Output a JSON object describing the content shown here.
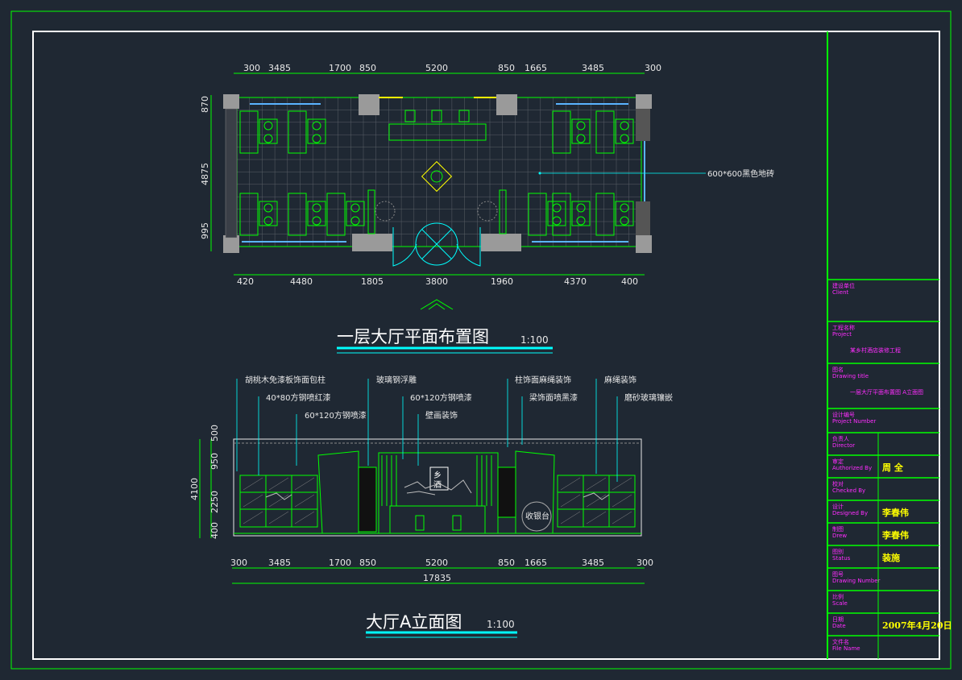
{
  "plan": {
    "title": "一层大厅平面布置图",
    "scale": "1:100",
    "top_dims": [
      "300",
      "3485",
      "1700",
      "850",
      "5200",
      "850",
      "1665",
      "3485",
      "300"
    ],
    "bottom_dims": [
      "420",
      "4480",
      "1805",
      "3800",
      "1960",
      "4370",
      "400"
    ],
    "left_dims": [
      "870",
      "4875",
      "995"
    ],
    "floor_note": "600*600黑色地砖"
  },
  "elevation": {
    "title": "大厅A立面图",
    "scale": "1:100",
    "bottom_dims": [
      "300",
      "3485",
      "1700",
      "850",
      "5200",
      "850",
      "1665",
      "3485",
      "300"
    ],
    "total_dim": "17835",
    "left_dims": [
      "500",
      "950",
      "2250",
      "400"
    ],
    "total_height": "4100",
    "notes": [
      "胡桃木免漆板饰面包柱",
      "40*80方钢喷红漆",
      "60*120方钢喷漆",
      "玻璃钢浮雕",
      "60*120方钢喷漆",
      "壁画装饰",
      "柱饰面麻绳装饰",
      "梁饰面喷黑漆",
      "麻绳装饰",
      "磨砂玻璃镶嵌"
    ],
    "sign_text": "收银台",
    "mural_chars": [
      "乡",
      "酒"
    ]
  },
  "title_block": {
    "rows": [
      {
        "label": "建设单位",
        "sub": "Client",
        "value": ""
      },
      {
        "label": "工程名称",
        "sub": "Project",
        "value": "某乡村酒店装修工程"
      },
      {
        "label": "图名",
        "sub": "Drawing title",
        "value": "一层大厅平面布置图 A立面图"
      },
      {
        "label": "设计编号",
        "sub": "Project Number",
        "value": ""
      },
      {
        "label": "负责人",
        "sub": "Director",
        "value": ""
      },
      {
        "label": "审定",
        "sub": "Authorized By",
        "value": "周 全"
      },
      {
        "label": "校对",
        "sub": "Checked By",
        "value": ""
      },
      {
        "label": "设计",
        "sub": "Designed By",
        "value": "李春伟"
      },
      {
        "label": "制图",
        "sub": "Drew",
        "value": "李春伟"
      },
      {
        "label": "图别",
        "sub": "Status",
        "value": "装施"
      },
      {
        "label": "图号",
        "sub": "Drawing Number",
        "value": ""
      },
      {
        "label": "比例",
        "sub": "Scale",
        "value": ""
      },
      {
        "label": "日期",
        "sub": "Date",
        "value": "2007年4月20日"
      },
      {
        "label": "文件名",
        "sub": "File Name",
        "value": ""
      }
    ]
  },
  "colors": {
    "background": "#1f2833",
    "frame": "#00ff00",
    "border": "#ffffff",
    "cyan": "#00ffff",
    "title_block_label": "#ff2dff",
    "title_block_value": "#ffff00"
  }
}
